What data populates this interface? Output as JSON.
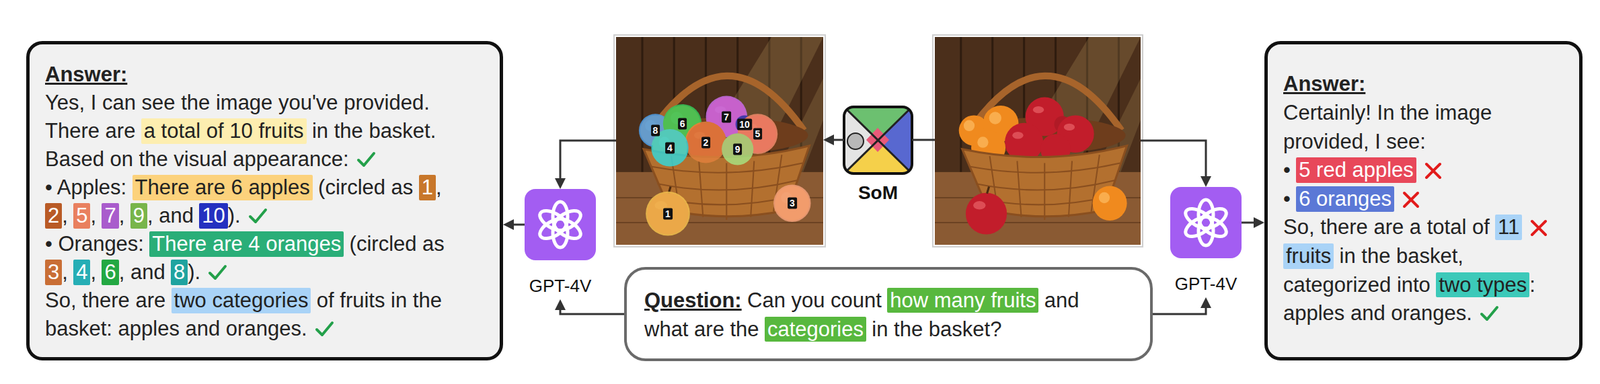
{
  "diagram": {
    "nodes": [
      {
        "text": [
          "Answer:",
          "Yes, I can see the image you've provided.",
          "There are",
          "a total of 10 fruits",
          "in the basket.",
          "Based on the visual appearance:",
          "• Apples:",
          "There are 6 apples",
          "(circled as",
          "1",
          ",",
          "2",
          ",",
          "5",
          ",",
          "7",
          ",",
          "9",
          ", and",
          "10",
          ").",
          "• Oranges:",
          "There are 4 oranges",
          "(circled as",
          "3",
          ",",
          "4",
          ",",
          "6",
          ", and",
          "8",
          ").",
          "So, there are",
          "two categories",
          "of fruits in the",
          "basket: apples and oranges."
        ]
      },
      {
        "text": [
          "GPT-4V"
        ]
      },
      {
        "text": [
          "8",
          "6",
          "7",
          "10",
          "4",
          "2",
          "5",
          "9",
          "1",
          "3"
        ]
      },
      {
        "text": [
          "SoM"
        ]
      },
      {
        "text": []
      },
      {
        "text": [
          "GPT-4V"
        ]
      },
      {
        "text": [
          "Question:",
          "Can you count",
          "how many fruits",
          "and",
          "what are the",
          "categories",
          "in the basket?"
        ]
      },
      {
        "text": [
          "Answer:",
          "Certainly! In the image",
          "provided, I see:",
          "•",
          "5 red apples",
          "•",
          "6 oranges",
          "So, there are a total of",
          "11",
          "fruits",
          "in the basket,",
          "categorized into",
          "two types",
          ":",
          "apples and oranges."
        ]
      }
    ],
    "edges": [
      {
        "from": 4,
        "to": 3,
        "arrow": "none"
      },
      {
        "from": 3,
        "to": 2,
        "arrow": "to"
      },
      {
        "from": 2,
        "to": 1,
        "arrow": "to"
      },
      {
        "from": 6,
        "to": 1,
        "arrow": "to"
      },
      {
        "from": 1,
        "to": 0,
        "arrow": "to"
      },
      {
        "from": 4,
        "to": 5,
        "arrow": "to"
      },
      {
        "from": 6,
        "to": 5,
        "arrow": "to"
      },
      {
        "from": 5,
        "to": 7,
        "arrow": "to"
      }
    ]
  }
}
